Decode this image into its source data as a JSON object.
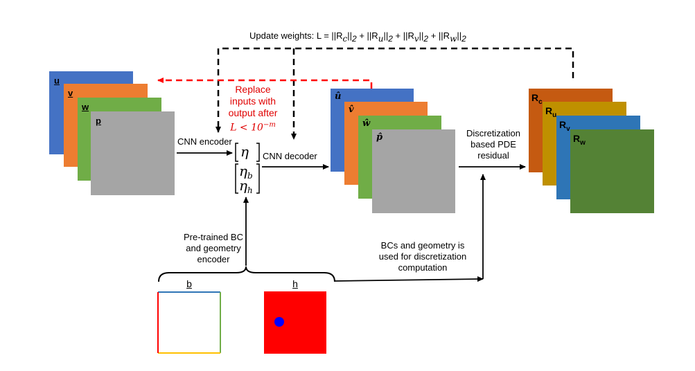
{
  "update_weights": {
    "prefix": "Update weights: L = ||R",
    "c": "c",
    "u": "u",
    "v": "v",
    "w": "w",
    "norm2": "||",
    "sub2": "2",
    "plus": " + ||R"
  },
  "replace": {
    "line1": "Replace",
    "line2": "inputs with",
    "line3": "output after",
    "line4_prefix": "L < 10",
    "line4_exp": "−m"
  },
  "inputs": {
    "u": "u",
    "v": "v",
    "w": "w",
    "p": "p"
  },
  "outputs": {
    "u": "û",
    "v": "v̂",
    "w": "ŵ",
    "p": "p̂"
  },
  "residuals": {
    "c": "c",
    "u": "u",
    "v": "v",
    "w": "w",
    "R": "R"
  },
  "cnn_encoder": "CNN encoder",
  "cnn_decoder": "CNN decoder",
  "latent": {
    "eta": "η",
    "b": "b",
    "h": "h"
  },
  "discretization": {
    "line1": "Discretization",
    "line2": "based PDE",
    "line3": "residual"
  },
  "pretrained": {
    "line1": "Pre-trained BC",
    "line2": "and geometry",
    "line3": "encoder"
  },
  "bcs_geometry": {
    "line1": "BCs and geometry is",
    "line2": "used for discretization",
    "line3": "computation"
  },
  "bc_label": "b",
  "geom_label": "h",
  "colors": {
    "blue": "#4472c4",
    "orange": "#ed7d31",
    "green": "#70ad47",
    "gray": "#a5a5a5",
    "rc": "#c55a11",
    "ru": "#bf9000",
    "rv": "#2e75b6",
    "rw": "#548235",
    "red": "#ff0000",
    "dot": "#0000ff"
  }
}
